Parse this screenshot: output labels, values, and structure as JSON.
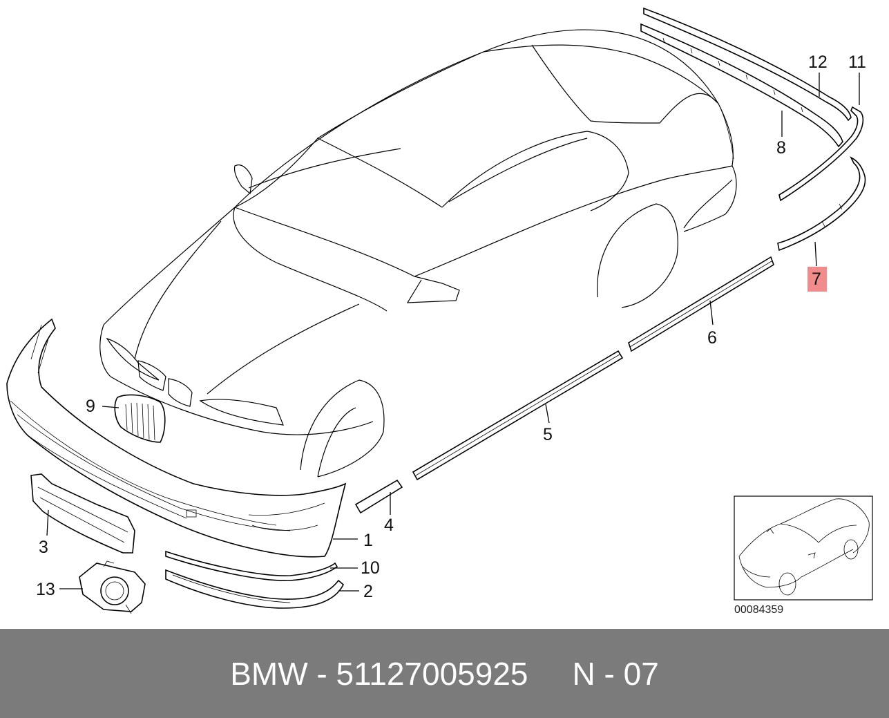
{
  "diagram": {
    "callouts": [
      {
        "id": "c1",
        "label": "1"
      },
      {
        "id": "c2",
        "label": "2"
      },
      {
        "id": "c3",
        "label": "3"
      },
      {
        "id": "c4",
        "label": "4"
      },
      {
        "id": "c5",
        "label": "5"
      },
      {
        "id": "c6",
        "label": "6"
      },
      {
        "id": "c7",
        "label": "7",
        "highlighted": true
      },
      {
        "id": "c8",
        "label": "8"
      },
      {
        "id": "c9",
        "label": "9"
      },
      {
        "id": "c10",
        "label": "10"
      },
      {
        "id": "c11",
        "label": "11"
      },
      {
        "id": "c12",
        "label": "12"
      },
      {
        "id": "c13",
        "label": "13"
      }
    ],
    "reference_code": "00084359",
    "highlight_color": "#f08c8c"
  },
  "footer": {
    "brand": "BMW",
    "part_number": "51127005925",
    "position": "N - 07",
    "separator": " - "
  }
}
